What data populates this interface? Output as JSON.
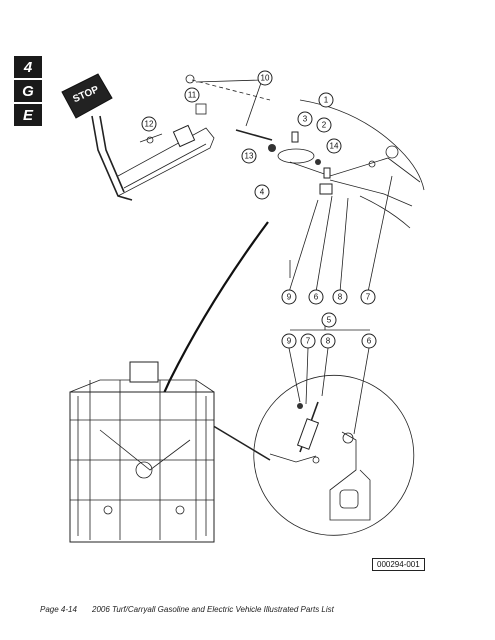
{
  "section_tabs": [
    "4",
    "G",
    "E"
  ],
  "pedal_label": "STOP",
  "callouts": {
    "c1": "1",
    "c2": "2",
    "c3": "3",
    "c4": "4",
    "c5": "5",
    "c6": "6",
    "c7": "7",
    "c8": "8",
    "c9": "9",
    "c10": "10",
    "c11": "11",
    "c12": "12",
    "c13": "13",
    "c14": "14",
    "row1_9": "9",
    "row1_6": "6",
    "row1_8": "8",
    "row1_7": "7",
    "row2_9": "9",
    "row2_7": "7",
    "row2_8": "8",
    "row2_6": "6"
  },
  "figure_id": "000294-001",
  "footer": {
    "page": "Page 4-14",
    "title": "2006 Turf/Carryall Gasoline and Electric Vehicle Illustrated Parts List"
  }
}
